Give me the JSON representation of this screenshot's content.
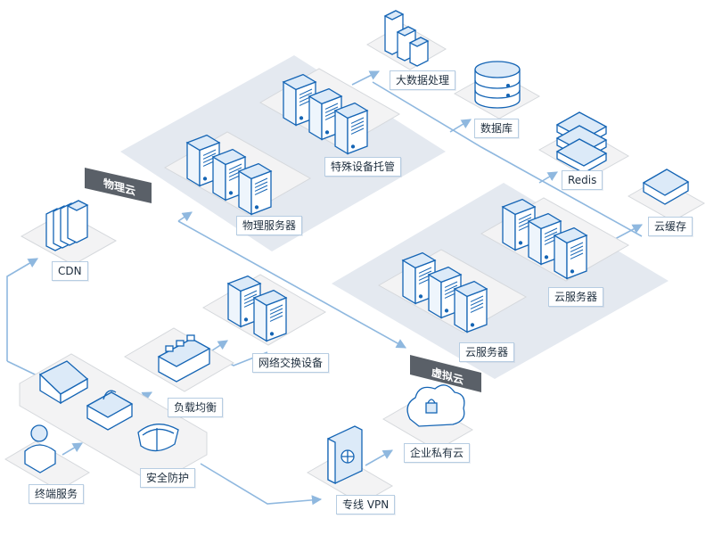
{
  "zones": {
    "physical_cloud": "物理云",
    "virtual_cloud": "虚拟云"
  },
  "nodes": {
    "big_data": "大数据处理",
    "database": "数据库",
    "redis": "Redis",
    "cloud_cache": "云缓存",
    "special_hosting": "特殊设备托管",
    "physical_server": "物理服务器",
    "cloud_server_upper": "云服务器",
    "cloud_server_lower": "云服务器",
    "cdn": "CDN",
    "network_switch": "网络交换设备",
    "load_balance": "负载均衡",
    "security": "安全防护",
    "terminal_service": "终端服务",
    "private_cloud": "企业私有云",
    "vpn": "专线 VPN"
  },
  "colors": {
    "zone_fill": "#e4e9f0",
    "panel_fill": "#f3f3f4",
    "box_top": "#eef5fc",
    "box_side": "#ffffff",
    "outline": "#1565b5",
    "connector": "#8fb8df",
    "tag_bg": "#5a6068"
  }
}
